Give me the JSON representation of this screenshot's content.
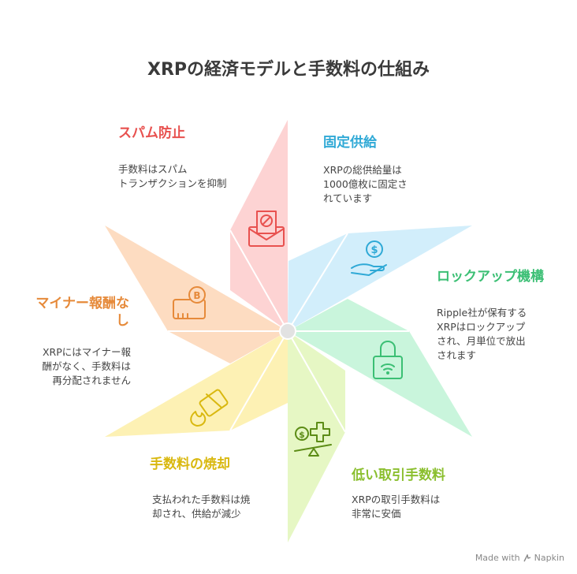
{
  "title": "XRPの経済モデルと手数料の仕組み",
  "sections": [
    {
      "key": "spam",
      "title": "スパム防止",
      "desc": "手数料はスパム\nトランザクションを抑制",
      "color": "#e8514f",
      "icon": "spam-mail-icon"
    },
    {
      "key": "fixed",
      "title": "固定供給",
      "desc": "XRPの総供給量は\n1000億枚に固定さ\nれています",
      "color": "#2fa9d6",
      "icon": "coin-hand-icon"
    },
    {
      "key": "lockup",
      "title": "ロックアップ機構",
      "desc": "Ripple社が保有する\nXRPはロックアップ\nされ、月単位で放出\nされます",
      "color": "#3bbf74",
      "icon": "wifi-lock-icon"
    },
    {
      "key": "low",
      "title": "低い取引手数料",
      "desc": "XRPの取引手数料は\n非常に安価",
      "color": "#8bbf2f",
      "icon": "balance-scale-icon"
    },
    {
      "key": "burn",
      "title": "手数料の焼却",
      "desc": "支払われた手数料は焼\n却され、供給が減少",
      "color": "#d9b80f",
      "icon": "burning-card-icon"
    },
    {
      "key": "miner",
      "title": "マイナー報酬な\nし",
      "desc": "XRPにはマイナー報\n酬がなく、手数料は\n再分配されません",
      "color": "#e68a3a",
      "icon": "bitcoin-card-icon"
    }
  ],
  "footer": {
    "text": "Made with",
    "brand": "Napkin"
  }
}
